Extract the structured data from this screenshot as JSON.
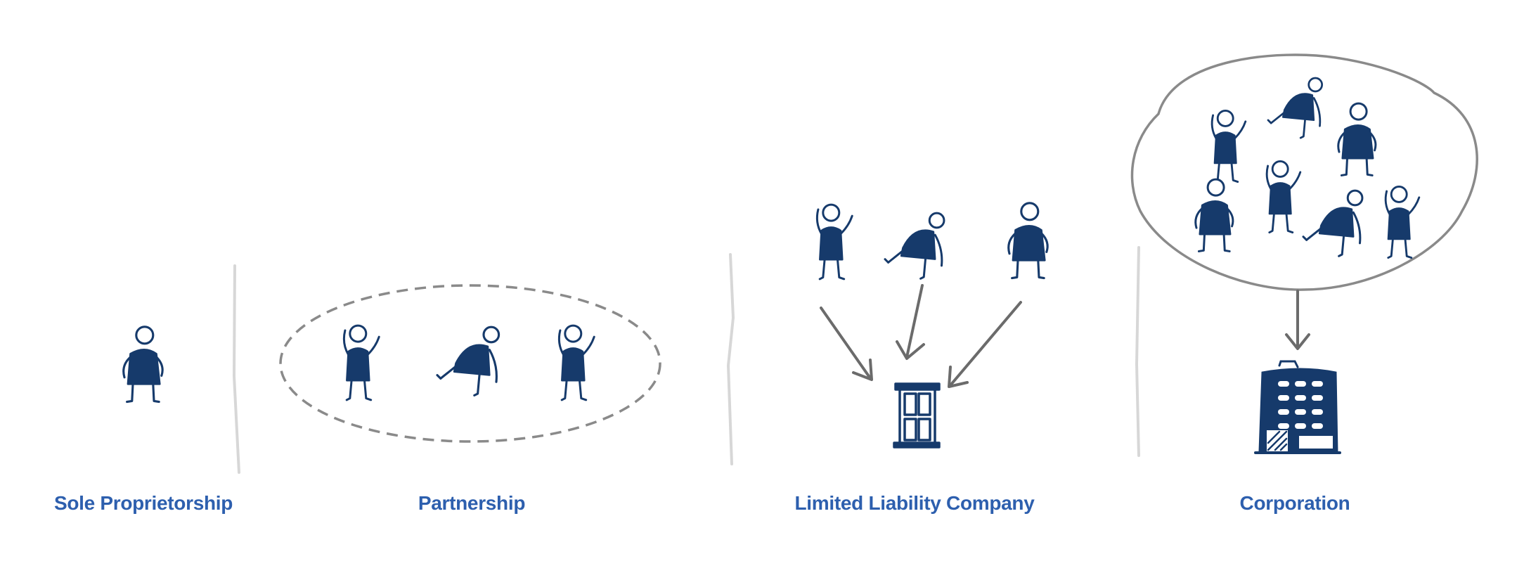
{
  "labels": {
    "sole": "Sole Proprietorship",
    "partnership": "Partnership",
    "llc": "Limited Liability Company",
    "corporation": "Corporation"
  },
  "colors": {
    "figure": "#163a6b",
    "label": "#2d5fae",
    "divider": "#d7d7d7",
    "outline": "#8a8a8a",
    "arrow": "#6b6b6b"
  },
  "icons": {
    "person": "stick-figure-icon",
    "door": "door-icon",
    "building": "office-building-icon"
  }
}
